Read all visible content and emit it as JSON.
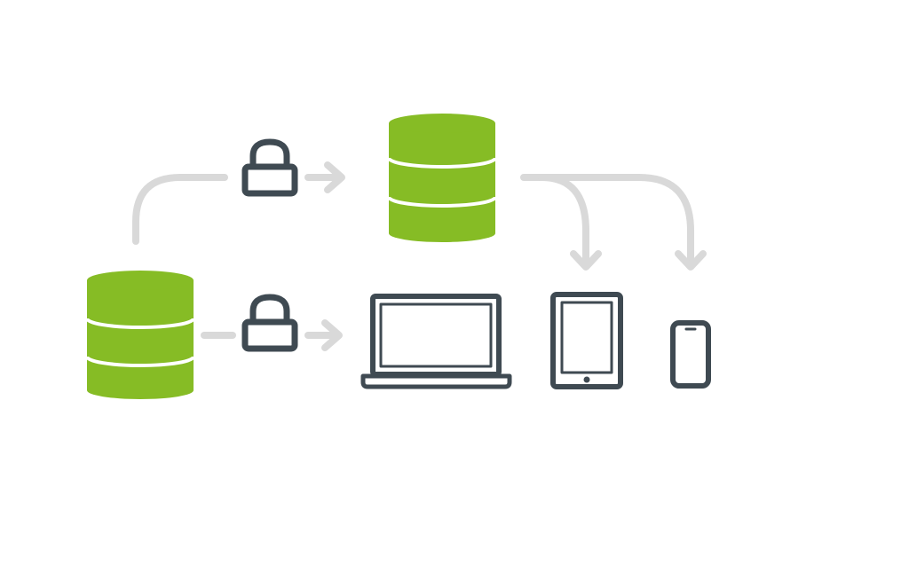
{
  "diagram": {
    "colors": {
      "database_fill": "#86BC25",
      "database_band": "#ffffff",
      "connector": "#d9d9d9",
      "device_outline": "#3f4a52",
      "device_screen": "#ffffff",
      "background": "#ffffff"
    },
    "nodes": [
      {
        "id": "source-database",
        "icon": "database-icon"
      },
      {
        "id": "replica-database",
        "icon": "database-icon"
      },
      {
        "id": "laptop",
        "icon": "laptop-icon"
      },
      {
        "id": "tablet",
        "icon": "tablet-icon"
      },
      {
        "id": "phone",
        "icon": "phone-icon"
      }
    ],
    "connections": [
      {
        "from": "source-database",
        "to": "replica-database",
        "secured": true,
        "secure_icon": "lock-icon"
      },
      {
        "from": "source-database",
        "to": "laptop",
        "secured": true,
        "secure_icon": "lock-icon"
      },
      {
        "from": "replica-database",
        "to": "tablet",
        "secured": false
      },
      {
        "from": "replica-database",
        "to": "phone",
        "secured": false
      }
    ]
  }
}
